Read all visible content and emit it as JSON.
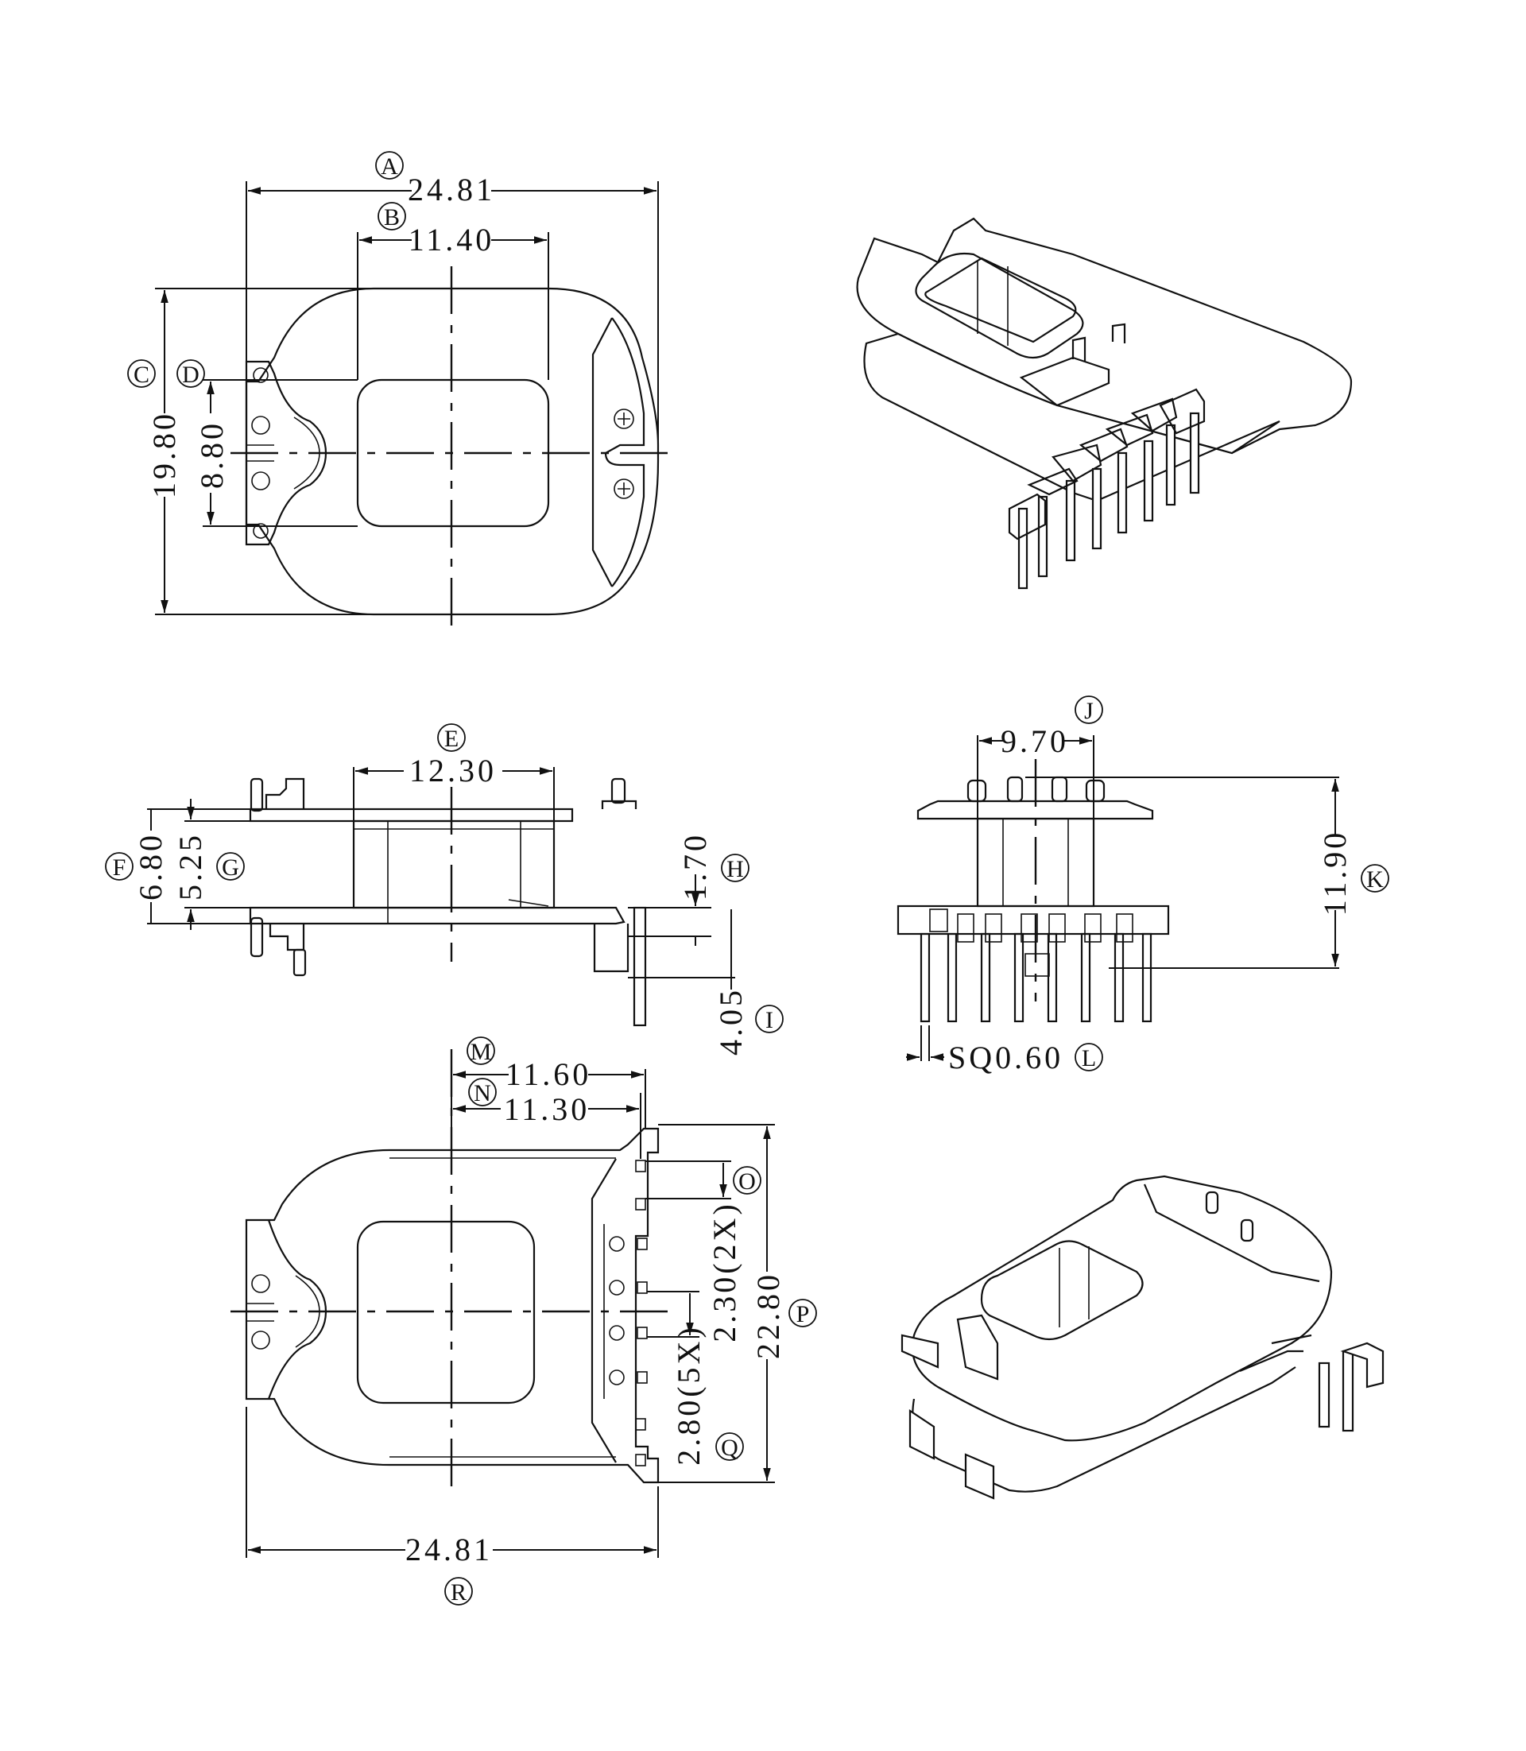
{
  "drawing": {
    "title": "Transformer bobbin technical drawing",
    "line_color": "#111111",
    "background": "#ffffff"
  },
  "views": {
    "top": {
      "dims": [
        {
          "label": "A",
          "value": "24.81"
        },
        {
          "label": "B",
          "value": "11.40"
        },
        {
          "label": "C",
          "value": "19.80"
        },
        {
          "label": "D",
          "value": "8.80"
        }
      ]
    },
    "side": {
      "dims": [
        {
          "label": "E",
          "value": "12.30"
        },
        {
          "label": "F",
          "value": "6.80"
        },
        {
          "label": "G",
          "value": "5.25"
        },
        {
          "label": "H",
          "value": "1.70"
        },
        {
          "label": "I",
          "value": "4.05"
        }
      ]
    },
    "end": {
      "dims": [
        {
          "label": "J",
          "value": "9.70"
        },
        {
          "label": "K",
          "value": "11.90"
        },
        {
          "label": "L",
          "value": "SQ0.60"
        }
      ]
    },
    "bottom": {
      "dims": [
        {
          "label": "M",
          "value": "11.60"
        },
        {
          "label": "N",
          "value": "11.30"
        },
        {
          "label": "O",
          "value": "2.30(2X)"
        },
        {
          "label": "P",
          "value": "22.80"
        },
        {
          "label": "Q",
          "value": "2.80(5X)"
        },
        {
          "label": "R",
          "value": "24.81"
        }
      ]
    }
  }
}
